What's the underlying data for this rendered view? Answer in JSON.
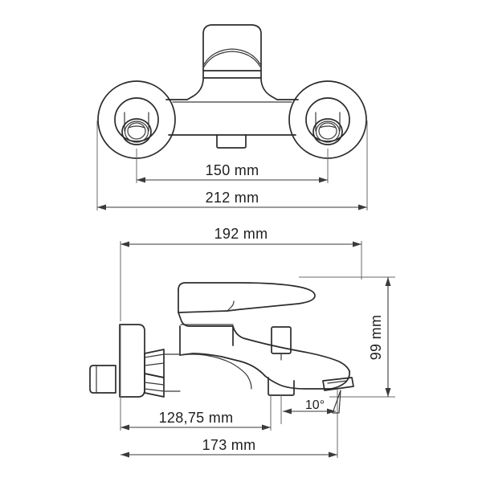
{
  "drawing": {
    "title": "Bath/shower mixer tap technical dimension drawing",
    "background_color": "#ffffff",
    "line_color": "#2b2b2b",
    "dimension_line_color": "#3a3a3a",
    "text_color": "#1f1f1f",
    "views": [
      {
        "id": "front-view",
        "name": "front-view",
        "description": "Front elevation of wall-mounted mixer with two round escutcheons and central lever handle"
      },
      {
        "id": "side-view",
        "name": "side-view",
        "description": "Side elevation of mixer showing lever, body, spout and wall connector"
      }
    ],
    "dimensions": {
      "front_inner_spacing": "150 mm",
      "front_total_width": "212 mm",
      "side_total_length": "192 mm",
      "side_height": "99 mm",
      "side_body_length": "128,75 mm",
      "side_overall_length": "173 mm",
      "spout_angle": "10°"
    }
  }
}
